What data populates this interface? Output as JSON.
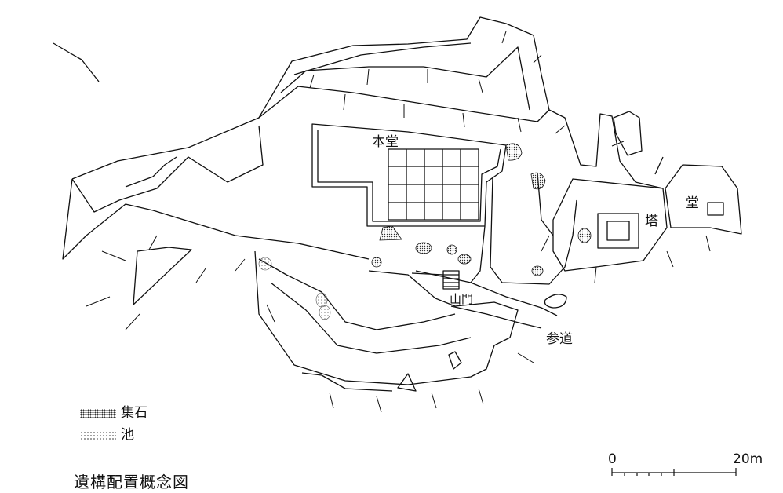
{
  "labels": {
    "hondo": "本堂",
    "do": "堂",
    "to": "塔",
    "sanmon": "山門",
    "sando": "参道"
  },
  "legend": {
    "stone": "集石",
    "pond": "池"
  },
  "title": "遺構配置概念図",
  "scale": {
    "start": "0",
    "end": "20m"
  },
  "colors": {
    "line": "#111111",
    "stone_fill": "#333333",
    "pond_fill": "#888888"
  }
}
